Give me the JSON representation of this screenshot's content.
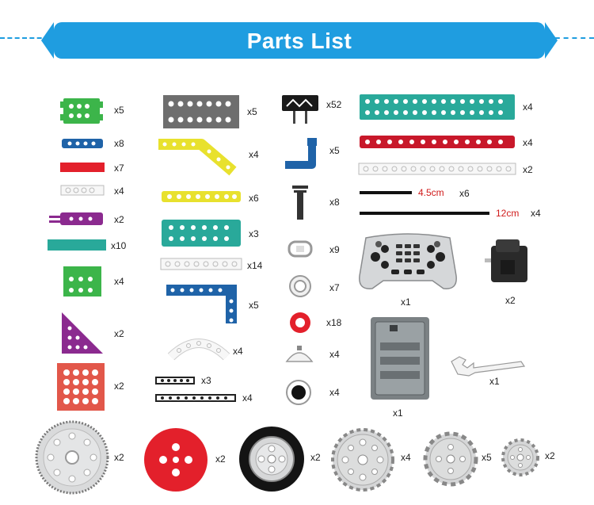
{
  "banner": {
    "title": "Parts List"
  },
  "colors": {
    "banner": "#1f9de0",
    "green": "#3cb54a",
    "blue": "#1f63a8",
    "red": "#e3202b",
    "purple": "#8b2a8f",
    "teal": "#29a99a",
    "orange": "#e2574a",
    "gray": "#6e6e6e",
    "yellow": "#e8e12e",
    "crimson": "#c8182a"
  },
  "parts": {
    "c1": [
      "x5",
      "x8",
      "x7",
      "x4",
      "x2",
      "x10",
      "x4",
      "x2",
      "x2"
    ],
    "c2": [
      "x5",
      "x4",
      "x6",
      "x3",
      "x14",
      "x5",
      "x4",
      "x3",
      "x4"
    ],
    "c3": [
      "x52",
      "x5",
      "x8",
      "x9",
      "x7",
      "x18",
      "x4",
      "x4"
    ],
    "c4": [
      "x4",
      "x4",
      "x2",
      "x6",
      "x4",
      "x1",
      "x2",
      "x1",
      "x1"
    ],
    "bottom": [
      "x2",
      "x2",
      "x2",
      "x4",
      "x5",
      "x2"
    ]
  },
  "dimensions": {
    "short_rod": "4.5cm",
    "long_rod": "12cm"
  }
}
